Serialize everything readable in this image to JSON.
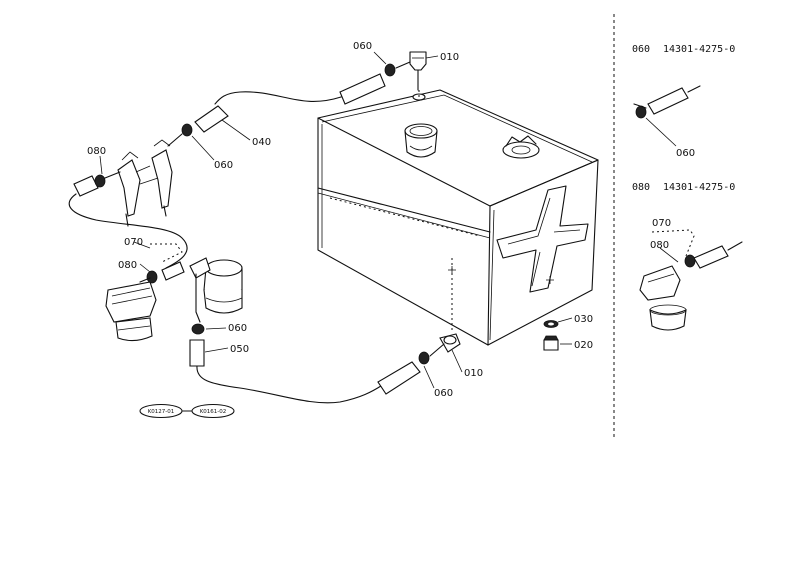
{
  "callouts": {
    "c060_top": "060",
    "c010_top": "010",
    "c040": "040",
    "c060_mid": "060",
    "c080_left": "080",
    "c070_left": "070",
    "c080_mid": "080",
    "c060_lower": "060",
    "c050": "050",
    "c030": "030",
    "c020": "020",
    "c010_bottom": "010",
    "c060_bottom": "060",
    "c060_inset": "060",
    "c070_inset": "070",
    "c080_inset": "080"
  },
  "references": {
    "ref1": "K0127-01",
    "ref2": "K0161-02"
  },
  "parts_table": [
    {
      "ref": "060",
      "part_no": "14301-4275-0"
    },
    {
      "ref": "080",
      "part_no": "14301-4275-0"
    }
  ]
}
